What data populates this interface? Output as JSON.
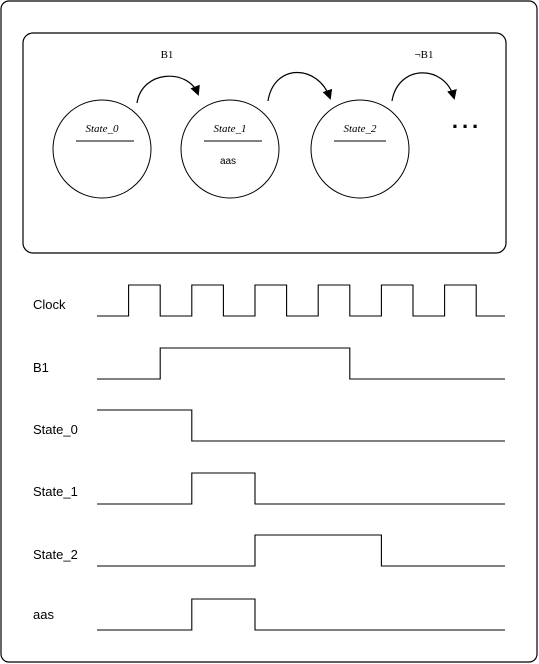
{
  "states": [
    {
      "name": "State_0",
      "output": ""
    },
    {
      "name": "State_1",
      "output": "aas"
    },
    {
      "name": "State_2",
      "output": ""
    }
  ],
  "transitions": [
    {
      "from": "State_0",
      "to": "State_1",
      "label": "B1"
    },
    {
      "from": "State_1",
      "to": "State_2",
      "label": ""
    },
    {
      "from": "State_2",
      "to": "...",
      "label": "¬B1"
    }
  ],
  "continuation": "...",
  "signals": [
    {
      "name": "Clock",
      "levels": [
        0,
        1,
        0,
        1,
        0,
        1,
        0,
        1,
        0,
        1,
        0,
        1,
        0
      ]
    },
    {
      "name": "B1",
      "levels": [
        0,
        0,
        1,
        1,
        1,
        1,
        1,
        1,
        0,
        0,
        0,
        0,
        0
      ]
    },
    {
      "name": "State_0",
      "levels": [
        1,
        1,
        1,
        0,
        0,
        0,
        0,
        0,
        0,
        0,
        0,
        0,
        0
      ]
    },
    {
      "name": "State_1",
      "levels": [
        0,
        0,
        0,
        1,
        1,
        0,
        0,
        0,
        0,
        0,
        0,
        0,
        0
      ]
    },
    {
      "name": "State_2",
      "levels": [
        0,
        0,
        0,
        0,
        0,
        1,
        1,
        1,
        1,
        0,
        0,
        0,
        0
      ]
    },
    {
      "name": "aas",
      "levels": [
        0,
        0,
        0,
        1,
        1,
        0,
        0,
        0,
        0,
        0,
        0,
        0,
        0
      ]
    }
  ]
}
